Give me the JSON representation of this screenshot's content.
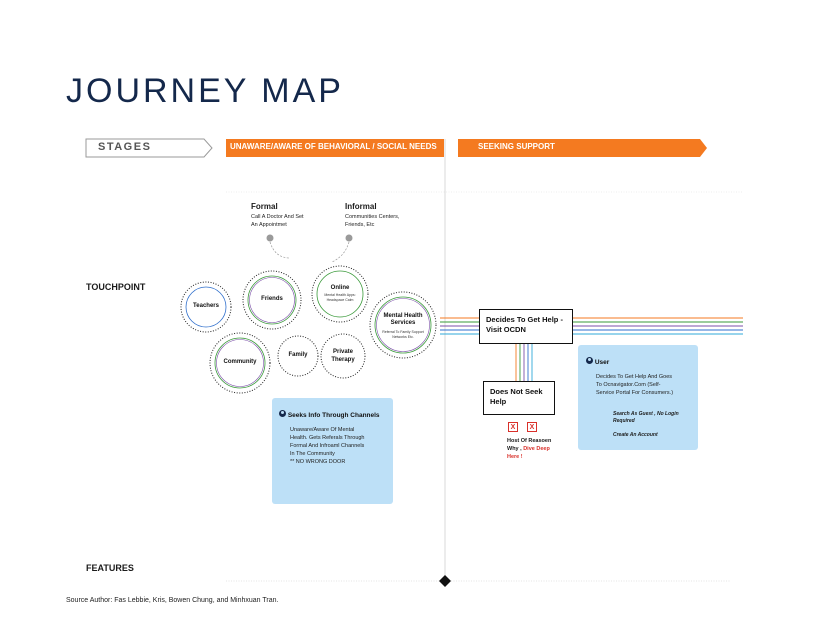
{
  "title": "JOURNEY MAP",
  "stages_label": "STAGES",
  "stages": [
    {
      "label": "UNAWARE/AWARE OF BEHAVIORAL  / SOCIAL NEEDS"
    },
    {
      "label": "SEEKING SUPPORT"
    }
  ],
  "row_labels": {
    "touchpoint": "TOUCHPOINT",
    "features": "FEATURES"
  },
  "formal": {
    "heading": "Formal",
    "text_line1": "Call A Doctor  And Set",
    "text_line2": "An Appointmet"
  },
  "informal": {
    "heading": "Informal",
    "text_line1": "Communities Centers,",
    "text_line2": "Friends, Etc"
  },
  "circles": {
    "teachers": "Teachers",
    "friends": "Friends",
    "online": "Online",
    "online_sub1": "Mental Health Apps:",
    "online_sub2": "Headspace Calm",
    "mental_health_line1": "Mental Health",
    "mental_health_line2": "Services",
    "mental_health_sub1": "Referral To Family Support",
    "mental_health_sub2": "Networks Etc.",
    "community": "Community",
    "family": "Family",
    "private_line1": "Private",
    "private_line2": "Therapy"
  },
  "seeks_panel": {
    "title": "Seeks Info Through Channels",
    "line1": "Unaware/Aware Of Mental",
    "line2": "Health. Gets Referals Through",
    "line3": "Formal And Infroaml Channels",
    "line4": "In The Community",
    "line5": "** NO WRONG DOOR"
  },
  "decides_box": {
    "line1": "Decides To Get Help -",
    "line2": "Visit OCDN"
  },
  "no_help_box": {
    "line1": "Does Not Seek",
    "line2": "Help"
  },
  "x_marks": [
    "X",
    "X"
  ],
  "reasons": {
    "line1": "Host Of Reasoen",
    "line2_black": "Why , ",
    "line2_red": "Dive Deep",
    "line3_red": "Here !"
  },
  "user_panel": {
    "title": "User",
    "line1": "Decides To Get Help And Goes",
    "line2": "To Ocnavigator.Com (Self-",
    "line3": "Service Portal For Consumers.)",
    "option1_line1": "Search As Guest , No Login",
    "option1_line2": "Required",
    "option2": "Create An Account"
  },
  "source": "Source Author: Fas Lebbie, Kris, Bowen Chung, and Minhxuan Tran.",
  "colors": {
    "navy": "#14284b",
    "orange": "#f47a20",
    "panel_blue": "#bde0f7",
    "red": "#d9302a",
    "line_colors": [
      "#f47a20",
      "#3a9a3a",
      "#7b4fa8",
      "#2f6fcc",
      "#2fa8d8"
    ]
  }
}
